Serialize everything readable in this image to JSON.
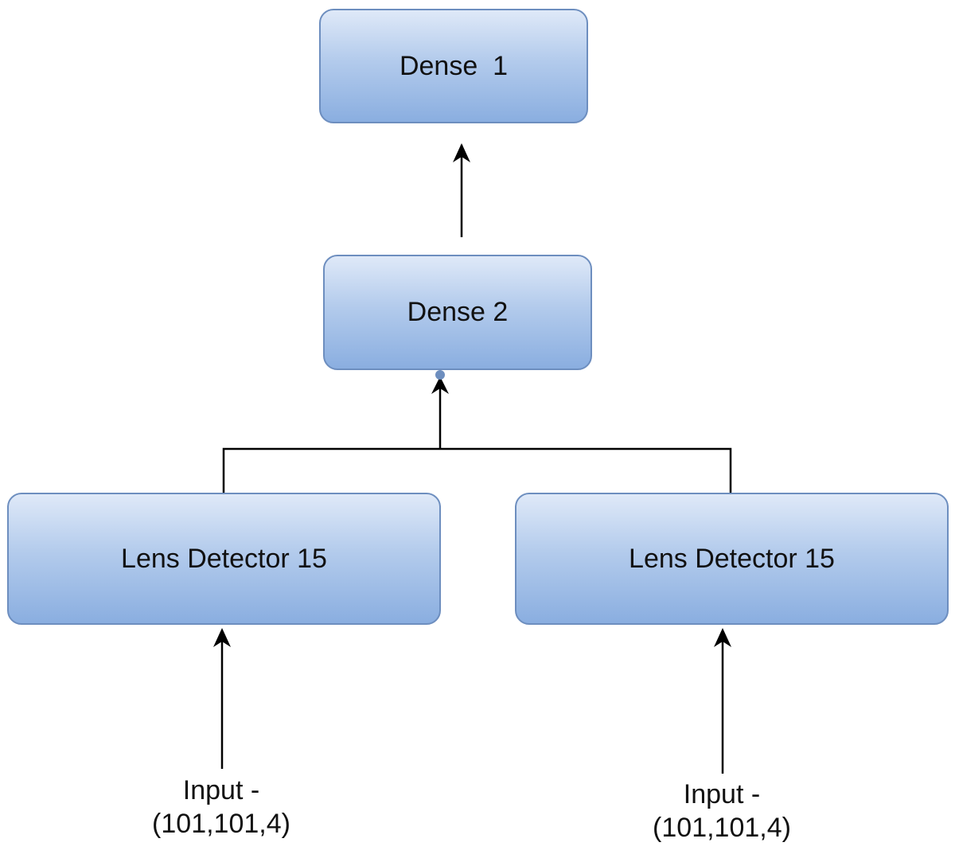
{
  "nodes": {
    "dense1": {
      "label": "Dense  1"
    },
    "dense2": {
      "label": "Dense 2"
    },
    "lens_detector_left": {
      "label": "Lens Detector 15"
    },
    "lens_detector_right": {
      "label": "Lens Detector 15"
    }
  },
  "inputs": {
    "left": {
      "line1": "Input -",
      "line2": "(101,101,4)"
    },
    "right": {
      "line1": "Input -",
      "line2": "(101,101,4)"
    }
  },
  "colors": {
    "node_fill_top": "#dfe9f8",
    "node_fill_bottom": "#8aaee0",
    "node_border": "#6d8ebf",
    "connector": "#000000",
    "junction_dot": "#6d8ebf"
  }
}
